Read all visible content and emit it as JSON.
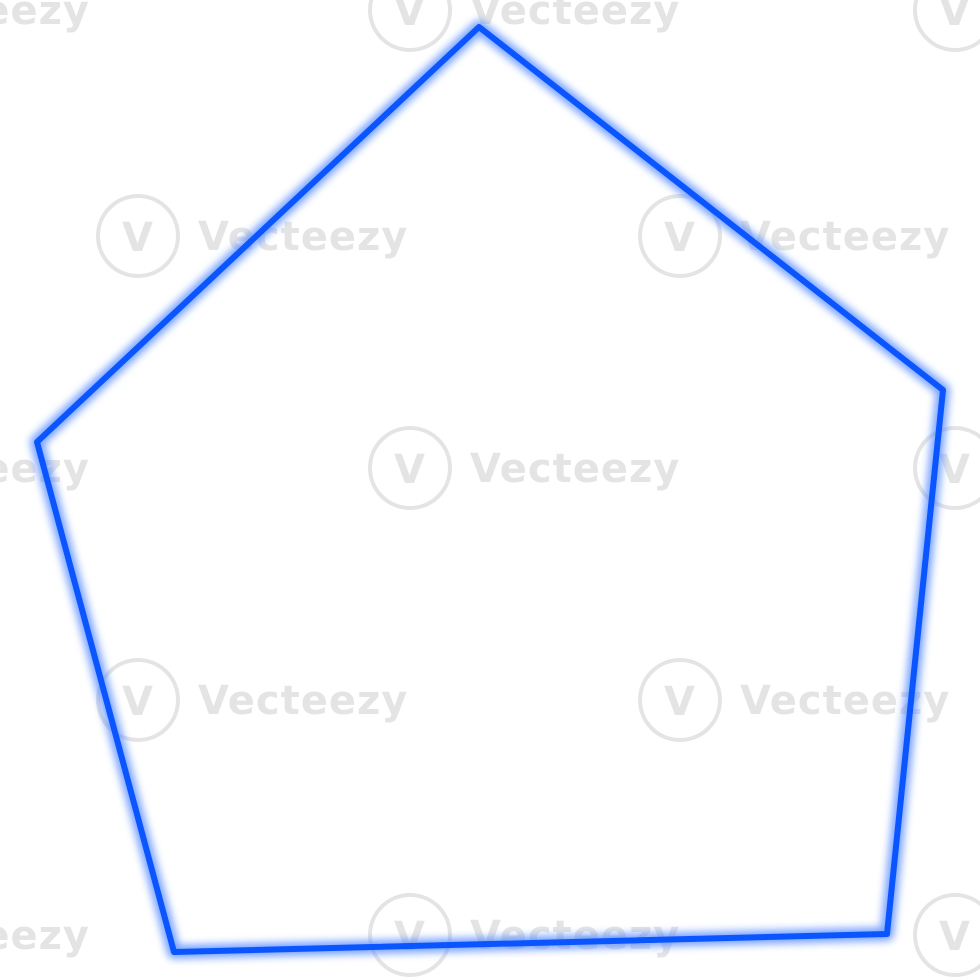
{
  "image": {
    "background_color": "#ffffff"
  },
  "shape": {
    "kind": "pentagon",
    "style": "neon outline",
    "stroke_color": "#0b55ff",
    "glow_color": "#4f86ff",
    "fill": "none"
  },
  "watermark": {
    "text": "Vecteezy",
    "icon_letter": "V",
    "color": "#e4e4e4"
  }
}
